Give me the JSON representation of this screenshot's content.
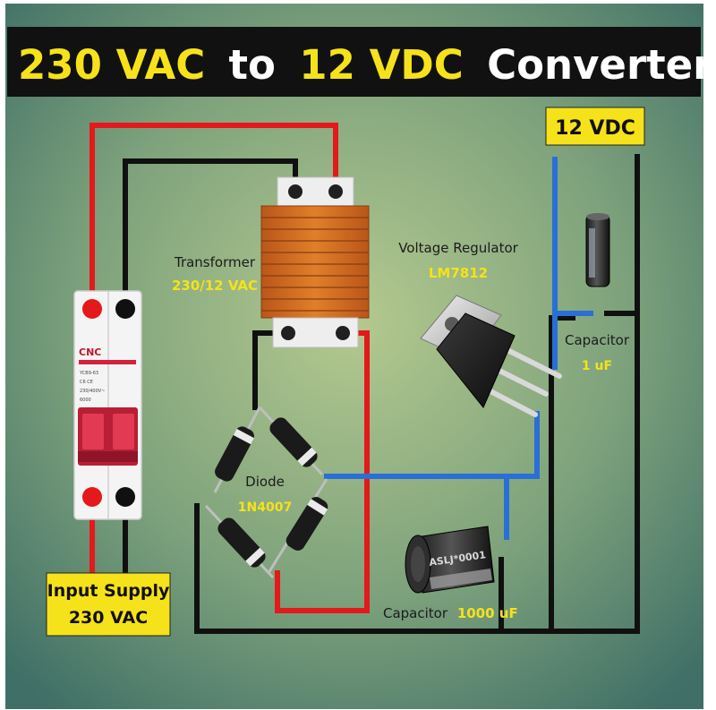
{
  "title": {
    "part1": "230 VAC",
    "part2": "to",
    "part3": "12 VDC",
    "part4": "Converter Circuit"
  },
  "output_label": "12 VDC",
  "input_label": {
    "line1": "Input Supply",
    "line2": "230 VAC"
  },
  "breaker": {
    "brand": "CNC",
    "model": "YCB9-63",
    "body_text_1": "C6  CE",
    "body_text_2": "230/400V~",
    "body_text_3": "6000"
  },
  "transformer": {
    "name": "Transformer",
    "rating": "230/12 VAC"
  },
  "regulator": {
    "name": "Voltage Regulator",
    "part": "LM7812"
  },
  "diode": {
    "name": "Diode",
    "part": "1N4007"
  },
  "capacitor_small": {
    "name": "Capacitor",
    "value": "1 uF"
  },
  "capacitor_large": {
    "name": "Capacitor",
    "value": "1000 uF",
    "marking": "ASLJ*0001"
  },
  "colors": {
    "background": "#5f8a72",
    "background_center": "#9fbf8a",
    "title_bar": "#111111",
    "title_yellow": "#f5e21a",
    "label_yellow": "#f5e21a",
    "wire_red": "#e3191b",
    "wire_black": "#101010",
    "wire_blue": "#2a6fd6",
    "transformer_copper": "#d06a1e",
    "breaker_red": "#d4213c"
  }
}
